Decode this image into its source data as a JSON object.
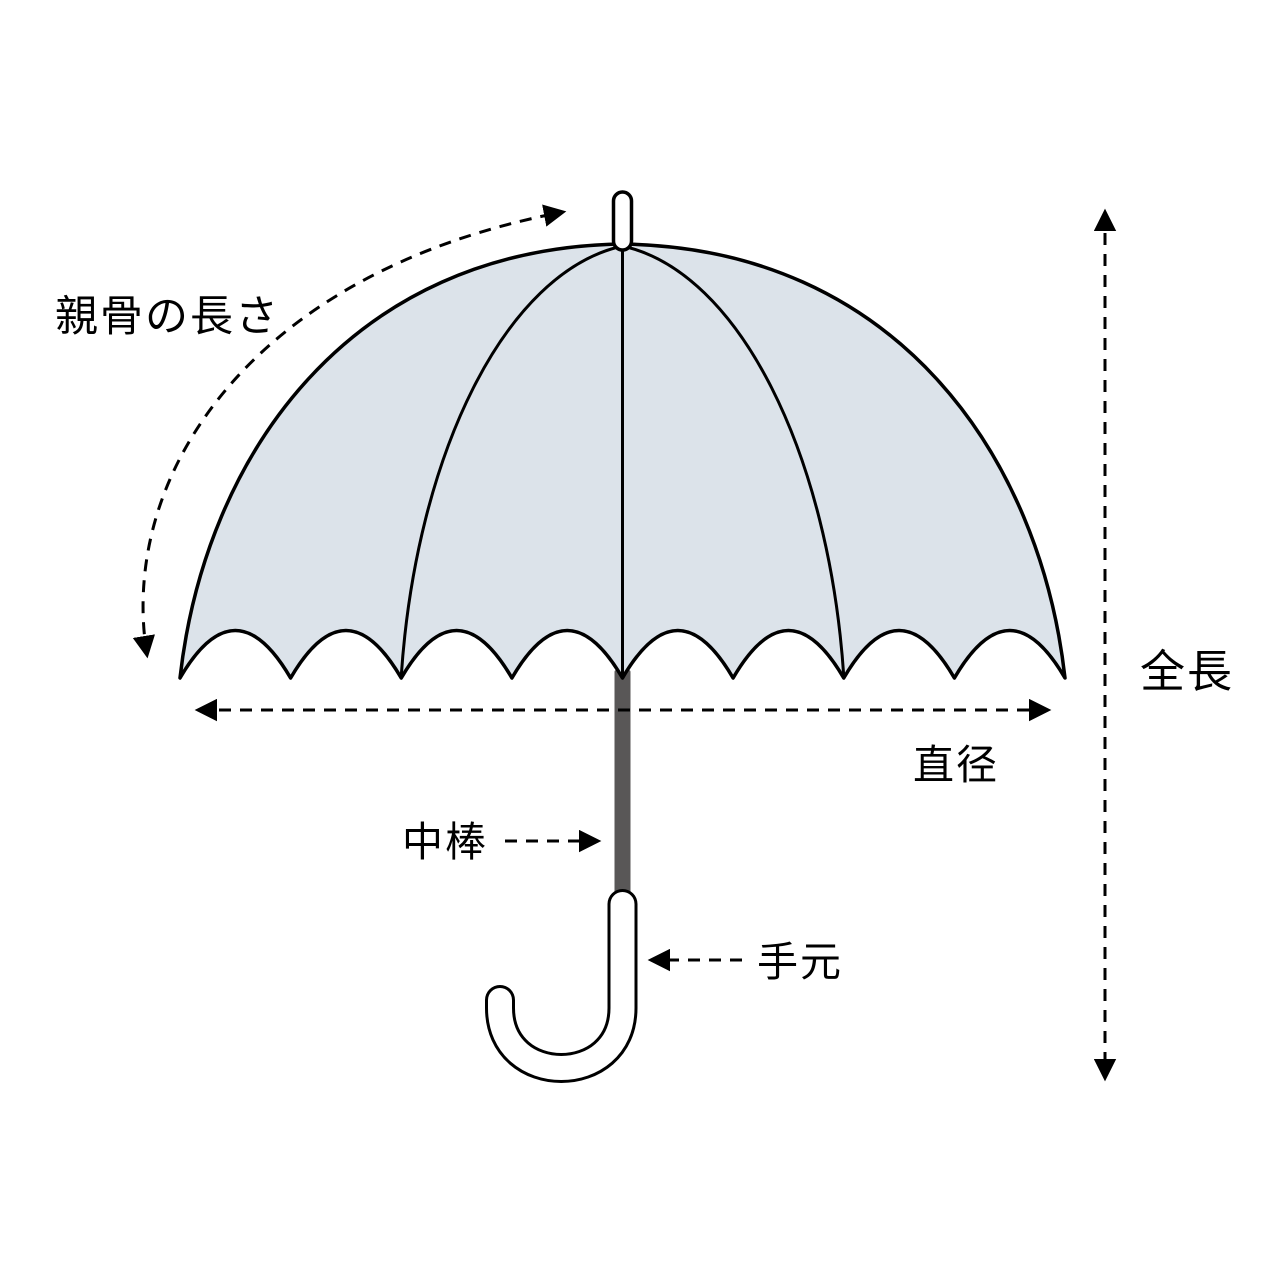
{
  "diagram": {
    "name": "umbrella-dimension-diagram",
    "labels": {
      "rib_length": "親骨の長さ",
      "diameter": "直径",
      "total_length": "全長",
      "shaft": "中棒",
      "handle": "手元"
    },
    "colors": {
      "canopy_fill": "#dce3ea",
      "outline": "#000000",
      "shaft_fill": "#595757",
      "handle_fill": "#ffffff",
      "background": "#ffffff",
      "annotation": "#000000"
    }
  }
}
